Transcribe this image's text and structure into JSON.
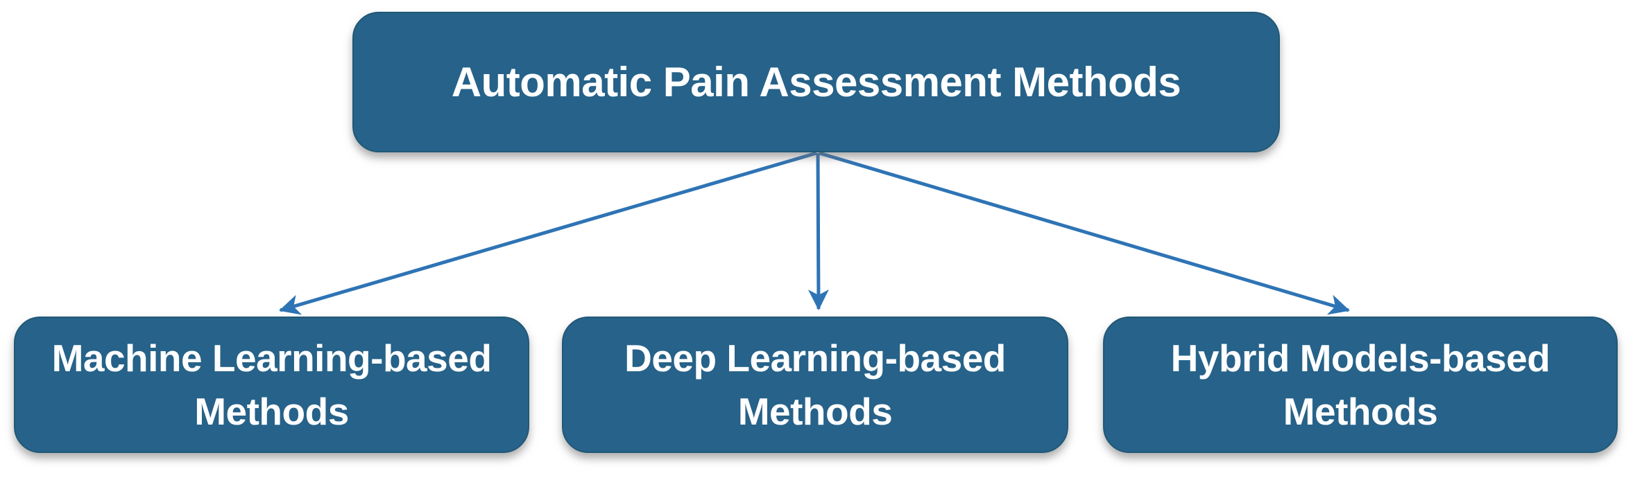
{
  "colors": {
    "background": "#FFFFFF",
    "box_fill": "#266289",
    "box_border": "#215876",
    "box_text": "#FFFFFF",
    "arrow": "#2E74B5"
  },
  "nodes": {
    "root": {
      "label": "Automatic Pain Assessment Methods"
    },
    "children": [
      {
        "lines": [
          "Machine Learning-based",
          "Methods"
        ]
      },
      {
        "lines": [
          "Deep Learning-based",
          "Methods"
        ]
      },
      {
        "lines": [
          "Hybrid Models-based",
          "Methods"
        ]
      }
    ]
  }
}
